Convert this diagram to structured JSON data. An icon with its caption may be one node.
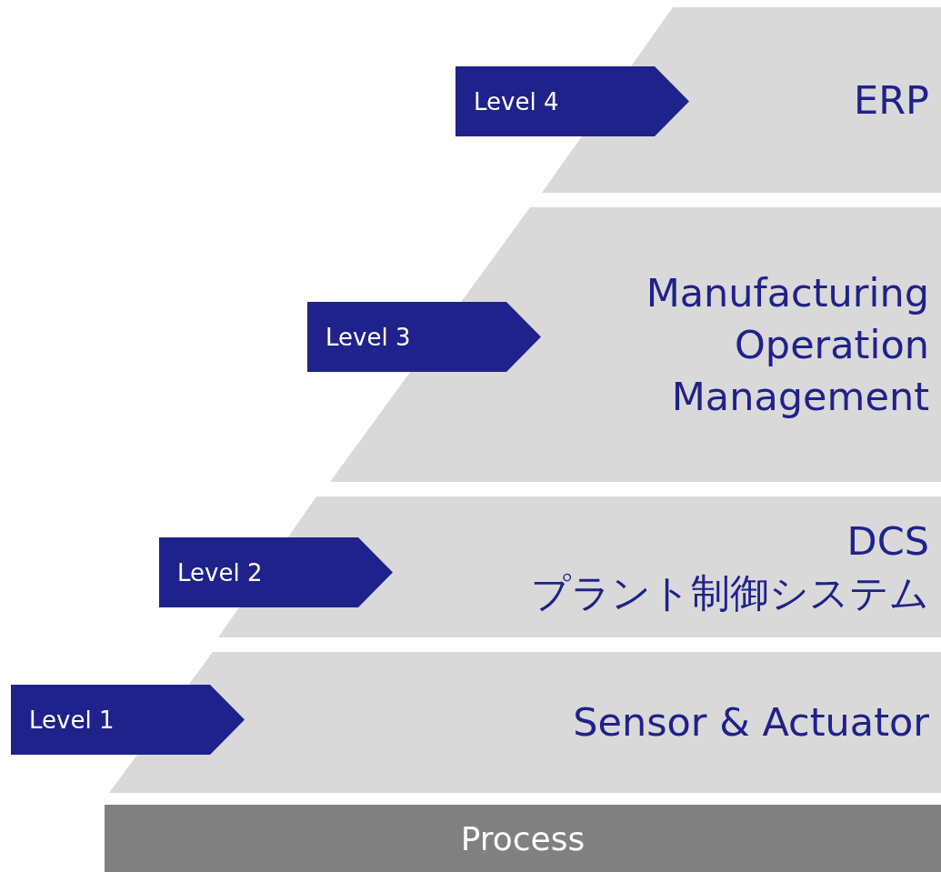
{
  "diagram": {
    "nodes": [
      {
        "text": [
          "Level 4"
        ]
      },
      {
        "text": [
          "ERP"
        ]
      },
      {
        "text": [
          "Level 3"
        ]
      },
      {
        "text": [
          "Manufacturing Operation Management"
        ]
      },
      {
        "text": [
          "Level 2"
        ]
      },
      {
        "text": [
          "DCS",
          "プラント制御システム"
        ]
      },
      {
        "text": [
          "Level 1"
        ]
      },
      {
        "text": [
          "Sensor & Actuator"
        ]
      },
      {
        "text": [
          "Process"
        ]
      }
    ],
    "edges": []
  }
}
